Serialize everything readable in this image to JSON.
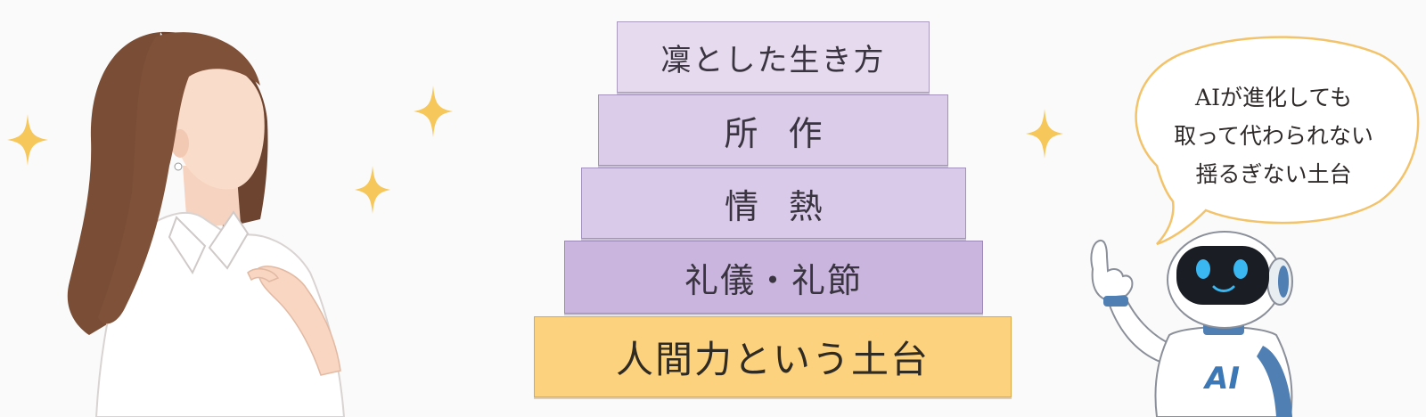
{
  "pyramid": {
    "tiers": [
      {
        "label": "凜とした生き方"
      },
      {
        "label": "所作"
      },
      {
        "label": "情熱"
      },
      {
        "label": "礼儀・礼節"
      },
      {
        "label": "人間力という土台"
      }
    ]
  },
  "speech_bubble": {
    "lines": [
      "AIが進化しても",
      "取って代わられない",
      "揺るぎない土台"
    ]
  },
  "robot": {
    "chest_label": "AI"
  },
  "colors": {
    "tier_top": "#e6dbee",
    "tier_mid": "#dbcdea",
    "tier_lower": "#c9b5de",
    "foundation": "#fcd27f",
    "sparkle": "#f6c75a",
    "bubble_border": "#f2c36b"
  }
}
